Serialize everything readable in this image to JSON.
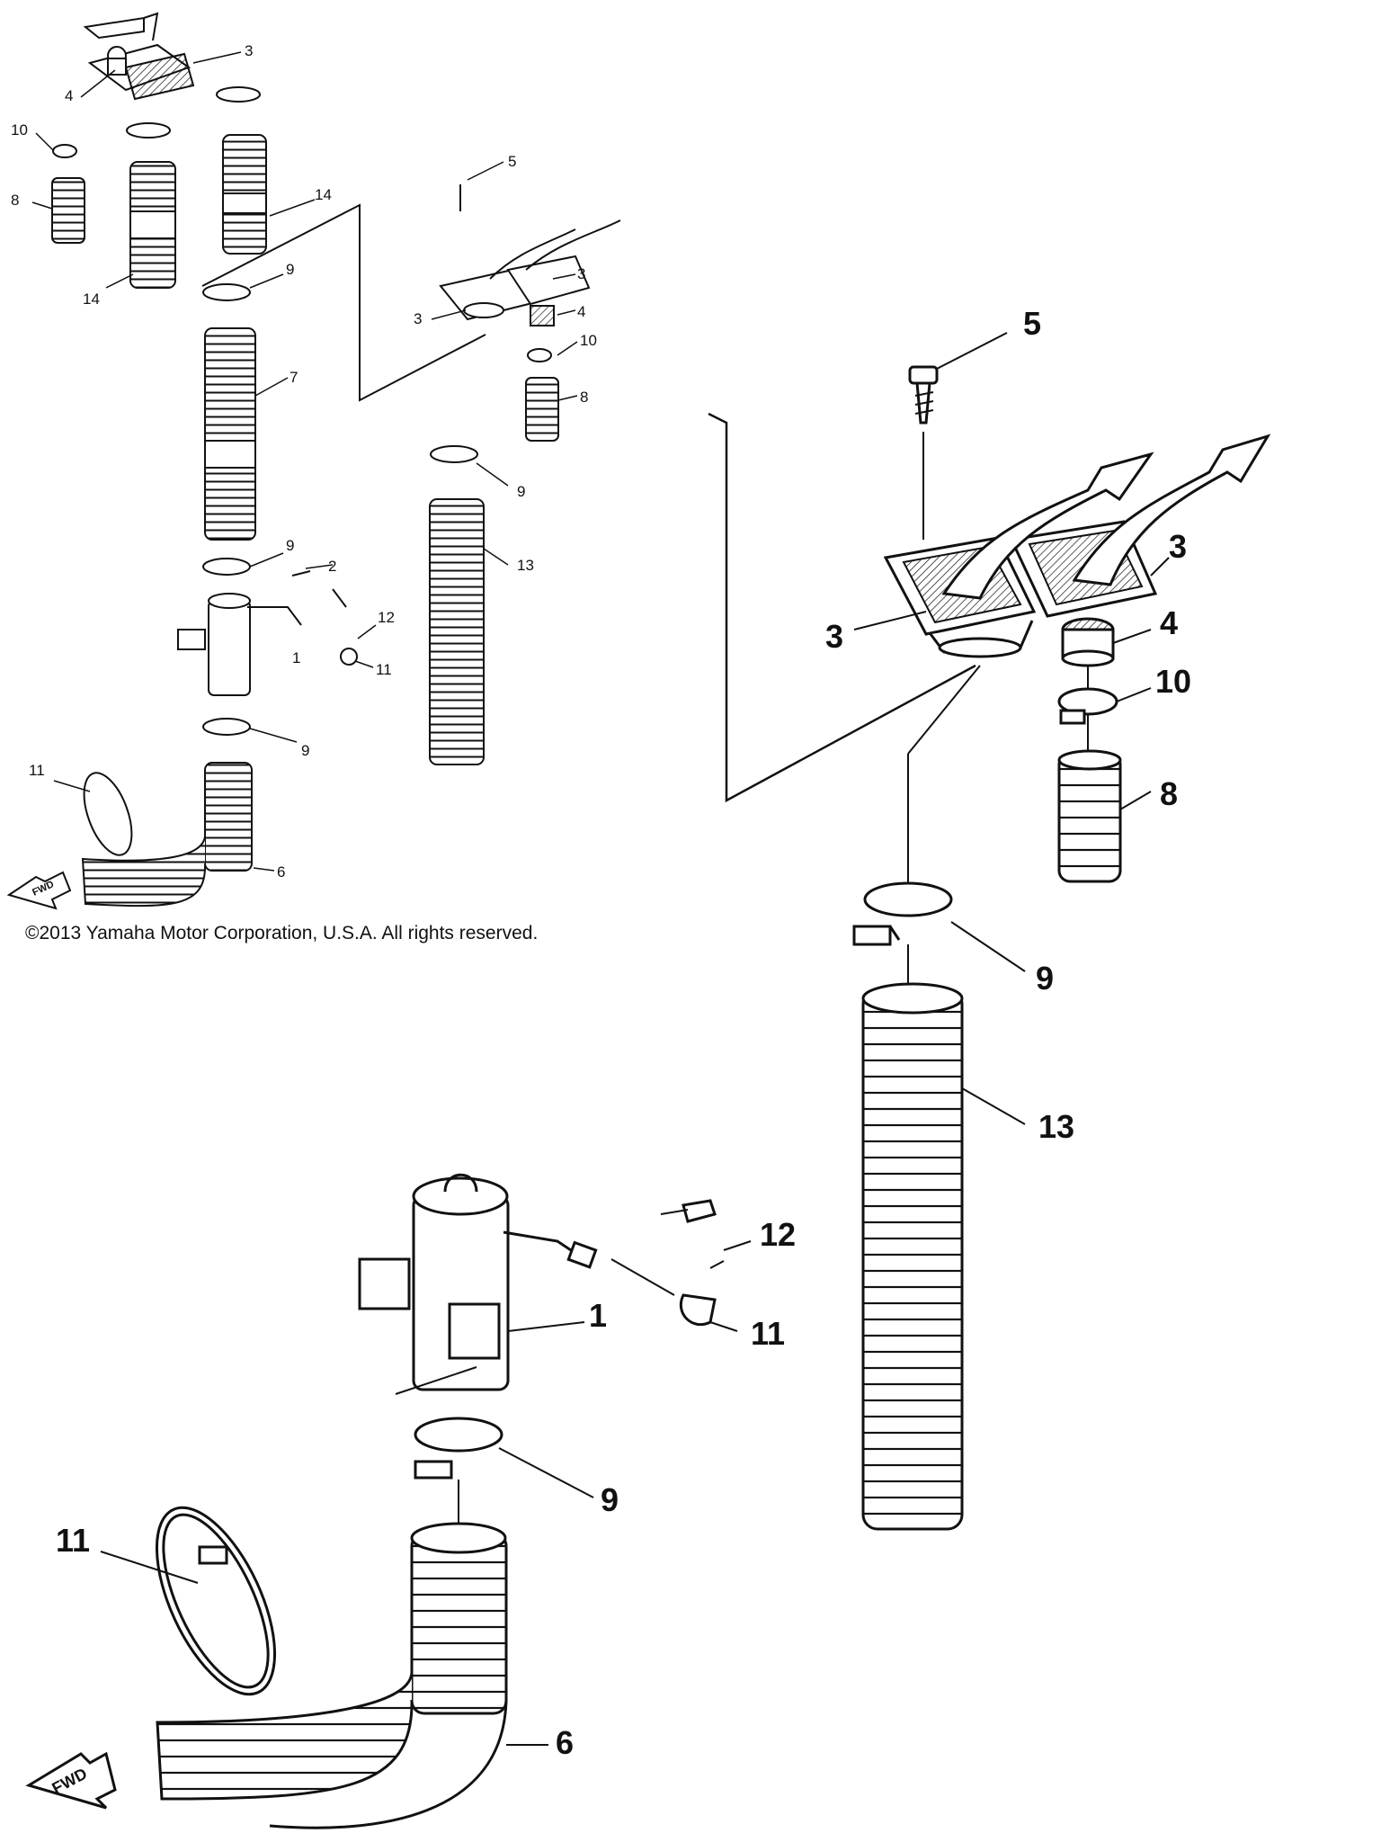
{
  "copyright": "©2013 Yamaha Motor Corporation, U.S.A. All rights reserved.",
  "fwd_label": "FWD",
  "parts": {
    "p1": "1",
    "p2": "2",
    "p3": "3",
    "p4": "4",
    "p5": "5",
    "p6": "6",
    "p7": "7",
    "p8": "8",
    "p9": "9",
    "p10": "10",
    "p11": "11",
    "p12": "12",
    "p13": "13",
    "p14": "14"
  }
}
